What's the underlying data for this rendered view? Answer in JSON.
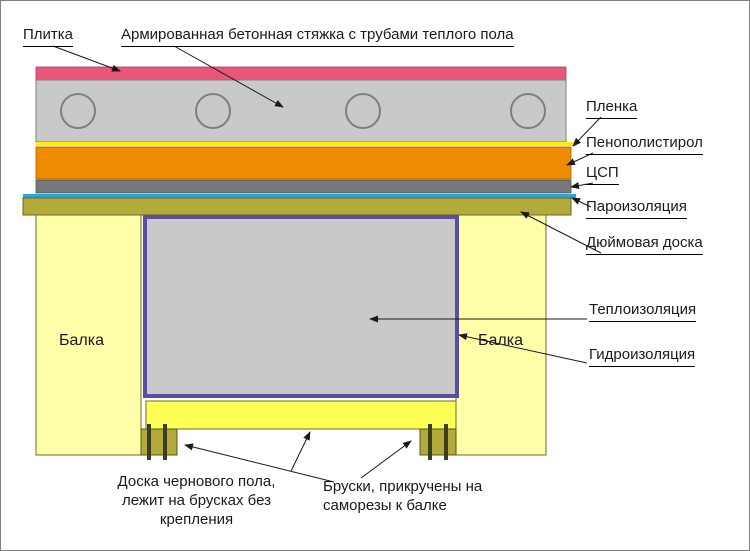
{
  "diagram": {
    "labels": {
      "tile": "Плитка",
      "screed": "Армированная бетонная стяжка с трубами теплого пола",
      "film": "Пленка",
      "polystyrene": "Пенополистирол",
      "csp": "ЦСП",
      "vapor_barrier": "Пароизоляция",
      "inch_board": "Дюймовая доска",
      "thermal_insulation": "Теплоизоляция",
      "waterproofing": "Гидроизоляция",
      "beam_left": "Балка",
      "beam_right": "Балка",
      "subfloor_note": "Доска чернового пола,\nлежит на брусках без\nкрепления",
      "bars_note": "Бруски, прикручены на\nсаморезы к балке"
    },
    "colors": {
      "tile": "#e8567a",
      "screed": "#c9c9c9",
      "film": "#ffee00",
      "polystyrene": "#ee8b00",
      "csp": "#75797e",
      "vapor_barrier": "#2aa5dd",
      "inch_board": "#b3aa3c",
      "beam": "#ffffaa",
      "insulation": "#c9c9c9",
      "waterproofing_outline": "#5a4f9e",
      "subfloor_board": "#ffff55",
      "bar": "#b3aa3c",
      "screw": "#3d3d1f"
    }
  }
}
